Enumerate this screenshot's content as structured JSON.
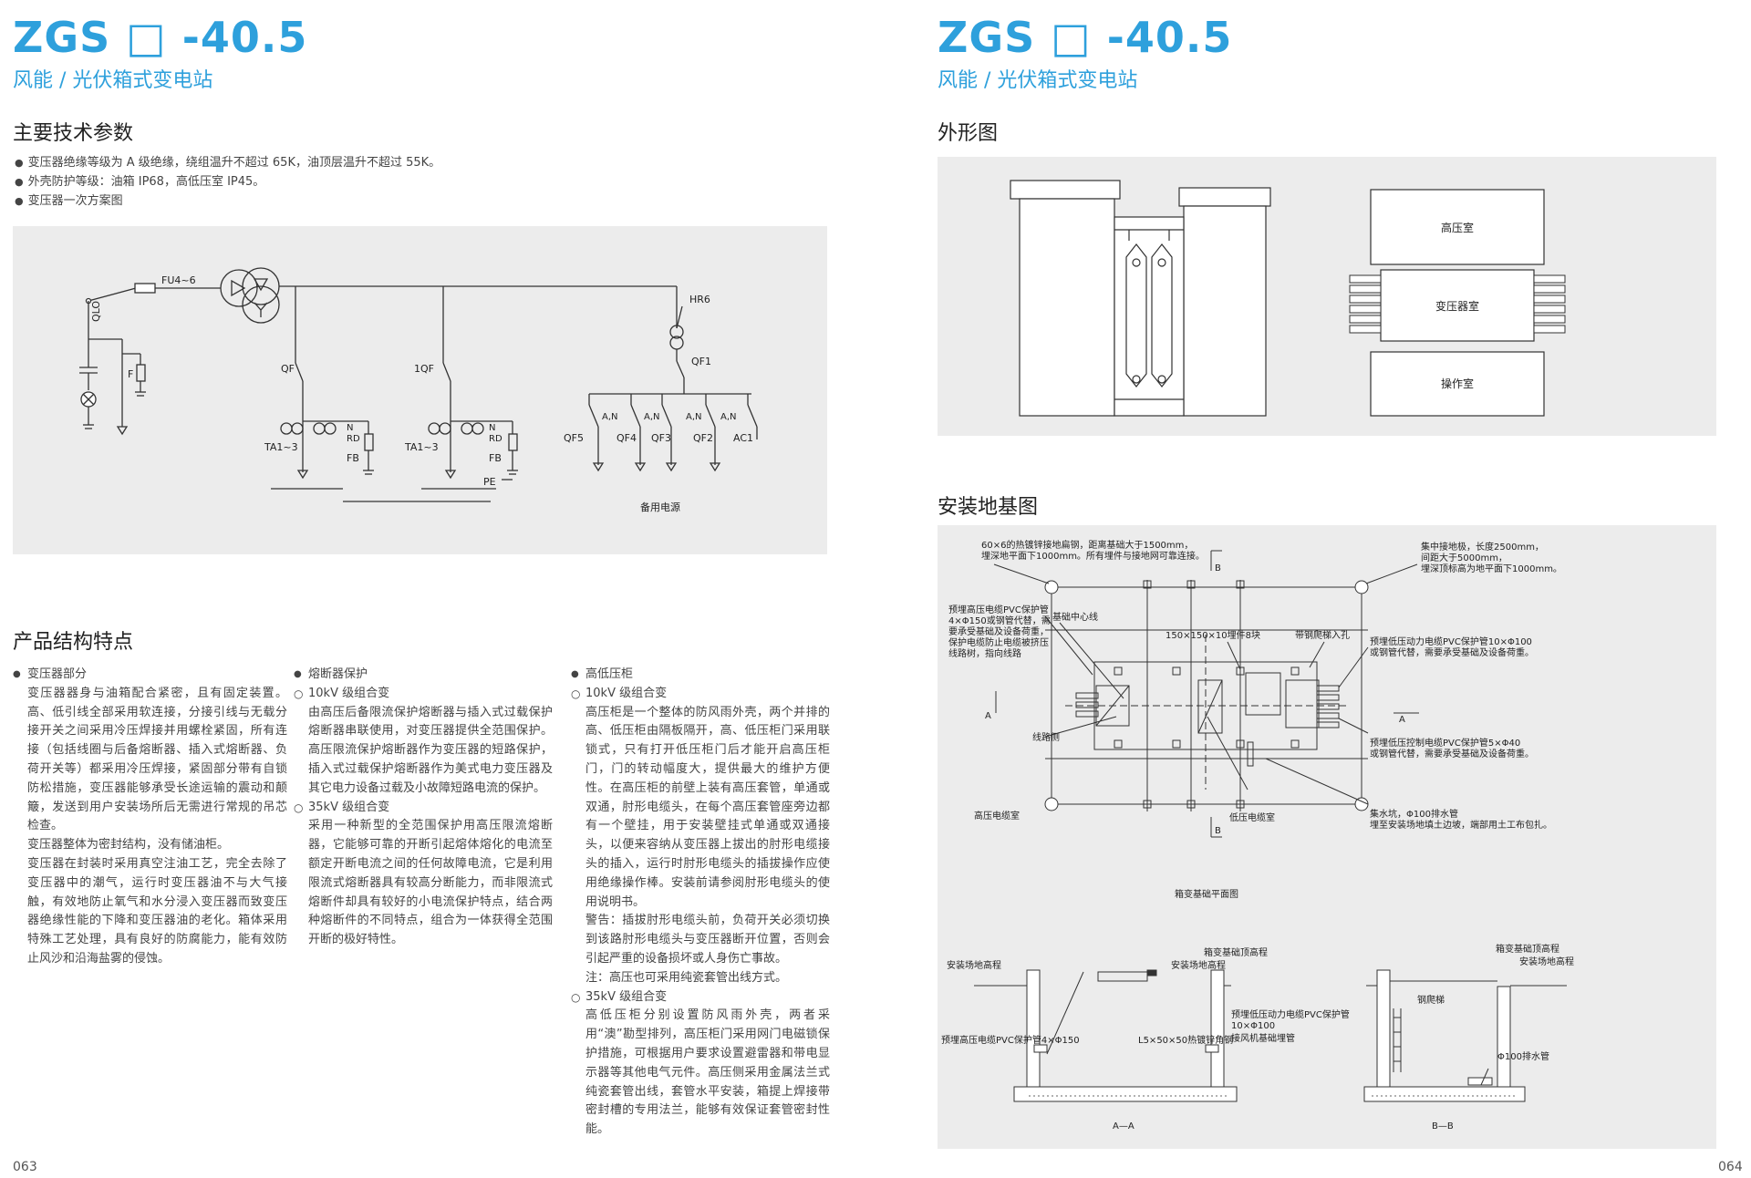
{
  "left": {
    "model": "ZGS □ -40.5",
    "subtitle": "风能 / 光伏箱式变电站",
    "tech_title": "主要技术参数",
    "bullets": [
      "变压器绝缘等级为 A 级绝缘，绕组温升不超过 65K，油顶层温升不超过 55K。",
      "外壳防护等级：油箱 IP68，高低压室 IP45。",
      "变压器一次方案图"
    ],
    "schematic": {
      "fu": "FU4~6",
      "qlo": "QLO",
      "f": "F",
      "qf": "QF",
      "qf1q": "1QF",
      "ta1": "TA1~3",
      "ta2": "TA1~3",
      "n1": "N",
      "rd1": "RD",
      "fb1": "FB",
      "n2": "N",
      "rd2": "RD",
      "fb2": "FB",
      "pe": "PE",
      "hr6": "HR6",
      "qf1": "QF1",
      "an1": "A,N",
      "an2": "A,N",
      "an3": "A,N",
      "an4": "A,N",
      "qf5": "QF5",
      "qf4": "QF4",
      "qf3": "QF3",
      "qf2": "QF2",
      "ac1": "AC1",
      "backup": "备用电源"
    },
    "features_title": "产品结构特点",
    "col1": {
      "h1": "变压器部分",
      "p1": "变压器器身与油箱配合紧密，且有固定装置。高、低引线全部采用软连接，分接引线与无载分接开关之间采用冷压焊接并用螺栓紧固，所有连接（包括线圈与后备熔断器、插入式熔断器、负荷开关等）都采用冷压焊接，紧固部分带有自锁防松措施，变压器能够承受长途运输的震动和颠簸，发送到用户安装场所后无需进行常规的吊芯检查。",
      "p2": "变压器整体为密封结构，没有储油柜。",
      "p3": "变压器在封装时采用真空注油工艺，完全去除了变压器中的潮气，运行时变压器油不与大气接触，有效地防止氧气和水分浸入变压器而致变压器绝缘性能的下降和变压器油的老化。箱体采用特殊工艺处理，具有良好的防腐能力，能有效防止风沙和沿海盐雾的侵蚀。"
    },
    "col2": {
      "h1": "熔断器保护",
      "h2": "10kV 级组合变",
      "p1": "由高压后备限流保护熔断器与插入式过载保护熔断器串联使用，对变压器提供全范围保护。高压限流保护熔断器作为变压器的短路保护，插入式过载保护熔断器作为美式电力变压器及其它电力设备过载及小故障短路电流的保护。",
      "h3": "35kV 级组合变",
      "p2": "采用一种新型的全范围保护用高压限流熔断器，它能够可靠的开断引起熔体熔化的电流至额定开断电流之间的任何故障电流，它是利用限流式熔断器具有较高分断能力，而非限流式熔断件却具有较好的小电流保护特点，结合两种熔断件的不同特点，组合为一体获得全范围开断的极好特性。"
    },
    "col3": {
      "h1": "高低压柜",
      "h2": "10kV 级组合变",
      "p1": "高压柜是一个整体的防风雨外壳，两个并排的高、低压柜由隔板隔开，高、低压柜门采用联锁式，只有打开低压柜门后才能开启高压柜门，门的转动幅度大，提供最大的维护方便性。在高压柜的前壁上装有高压套管，单通或双通，肘形电缆头，在每个高压套管座旁边都有一个壁挂，用于安装壁挂式单通或双通接头，以便来容纳从变压器上拔出的肘形电缆接头的插入，运行时肘形电缆头的插拔操作应使用绝缘操作棒。安装前请参阅肘形电缆头的使用说明书。",
      "p2": "警告：插拔肘形电缆头前，负荷开关必须切换到该路肘形电缆头与变压器断开位置，否则会引起严重的设备损坏或人身伤亡事故。",
      "p3": "注：高压也可采用纯瓷套管出线方式。",
      "h3": "35kV 级组合变",
      "p4": "高低压柜分别设置防风雨外壳，两者采用“澳”勘型排列，高压柜门采用网门电磁锁保护措施，可根据用户要求设置避雷器和带电显示器等其他电气元件。高压侧采用金属法兰式纯瓷套管出线，套管水平安装，箱提上焊接带密封槽的专用法兰，能够有效保证套管密封性能。"
    },
    "page_no": "063"
  },
  "right": {
    "model": "ZGS □ -40.5",
    "subtitle": "风能 / 光伏箱式变电站",
    "outline_title": "外形图",
    "outline": {
      "hv": "高压室",
      "tr": "变压器室",
      "op": "操作室"
    },
    "found_title": "安装地基图",
    "found": {
      "n1a": "60×6的热镀锌接地扁钢，距离基础大于1500mm，",
      "n1b": "埋深地平面下1000mm。所有埋件与接地网可靠连接。",
      "n2a": "集中接地极，长度2500mm，",
      "n2b": "间距大于5000mm，",
      "n2c": "埋深顶标高为地平面下1000mm。",
      "n3a": "预埋高压电缆PVC保护管",
      "n3b": "4×Φ150或钢管代替，需",
      "n3c": "要承受基础及设备荷重，",
      "n3d": "保护电缆防止电缆被挤压",
      "n3e": "线路树，指向线路",
      "center": "基础中心线",
      "embed": "150×150×10埋件8块",
      "ladder_hole": "带钢爬梯入孔",
      "n4a": "预埋低压动力电缆PVC保护管10×Φ100",
      "n4b": "或钢管代替，需要承受基础及设备荷重。",
      "n5a": "预埋低压控制电缆PVC保护管5×Φ40",
      "n5b": "或钢管代替，需要承受基础及设备荷重。",
      "line_side": "线路侧",
      "hv_room": "高压电缆室",
      "lv_room": "低压电缆室",
      "n6a": "集水坑，Φ100排水管",
      "n6b": "埋至安装场地填土边坡，端部用土工布包扎。",
      "b_top": "B",
      "b_bot": "B",
      "a_left": "A",
      "a_right": "A",
      "plan": "箱变基础平面图",
      "top_level": "箱变基础顶高程",
      "site_level_l": "安装场地高程",
      "site_level_m": "安装场地高程",
      "pvc_hv": "预埋高压电缆PVC保护管4×Φ150",
      "angle": "L5×50×50热镀锌角钢",
      "pvc_lv_a": "预埋低压动力电缆PVC保护管",
      "pvc_lv_b": "10×Φ100",
      "fan": "接风机基础埋管",
      "aa": "A—A",
      "top_level_r": "箱变基础顶高程",
      "site_level_r": "安装场地高程",
      "steel_ladder": "钢爬梯",
      "drain": "Φ100排水管",
      "bb": "B—B"
    },
    "page_no": "064"
  }
}
